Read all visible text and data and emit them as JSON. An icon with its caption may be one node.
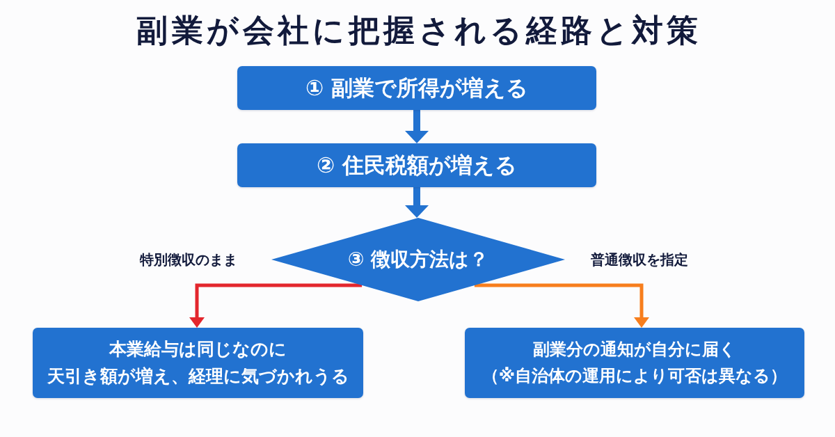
{
  "diagram": {
    "title": "副業が会社に把握される経路と対策",
    "nodes": [
      {
        "text": [
          "① 副業で所得が増える"
        ]
      },
      {
        "text": [
          "② 住民税額が増える"
        ]
      },
      {
        "text": [
          "③ 徴収方法は？"
        ]
      },
      {
        "text": [
          "本業給与は同じなのに天引き額が増え、経理に気づかれうる"
        ]
      },
      {
        "text": [
          "副業分の通知が自分に届く（※自治体の運用により可否は異なる）"
        ]
      }
    ],
    "edges": [
      {
        "from": 0,
        "to": 1,
        "arrow": "to"
      },
      {
        "from": 1,
        "to": 2,
        "arrow": "to"
      },
      {
        "from": 2,
        "to": 3,
        "arrow": "to",
        "label": "特別徴収のまま",
        "color": "#e3262d"
      },
      {
        "from": 2,
        "to": 4,
        "arrow": "to",
        "label": "普通徴収を指定",
        "color": "#f77e1d"
      }
    ]
  }
}
